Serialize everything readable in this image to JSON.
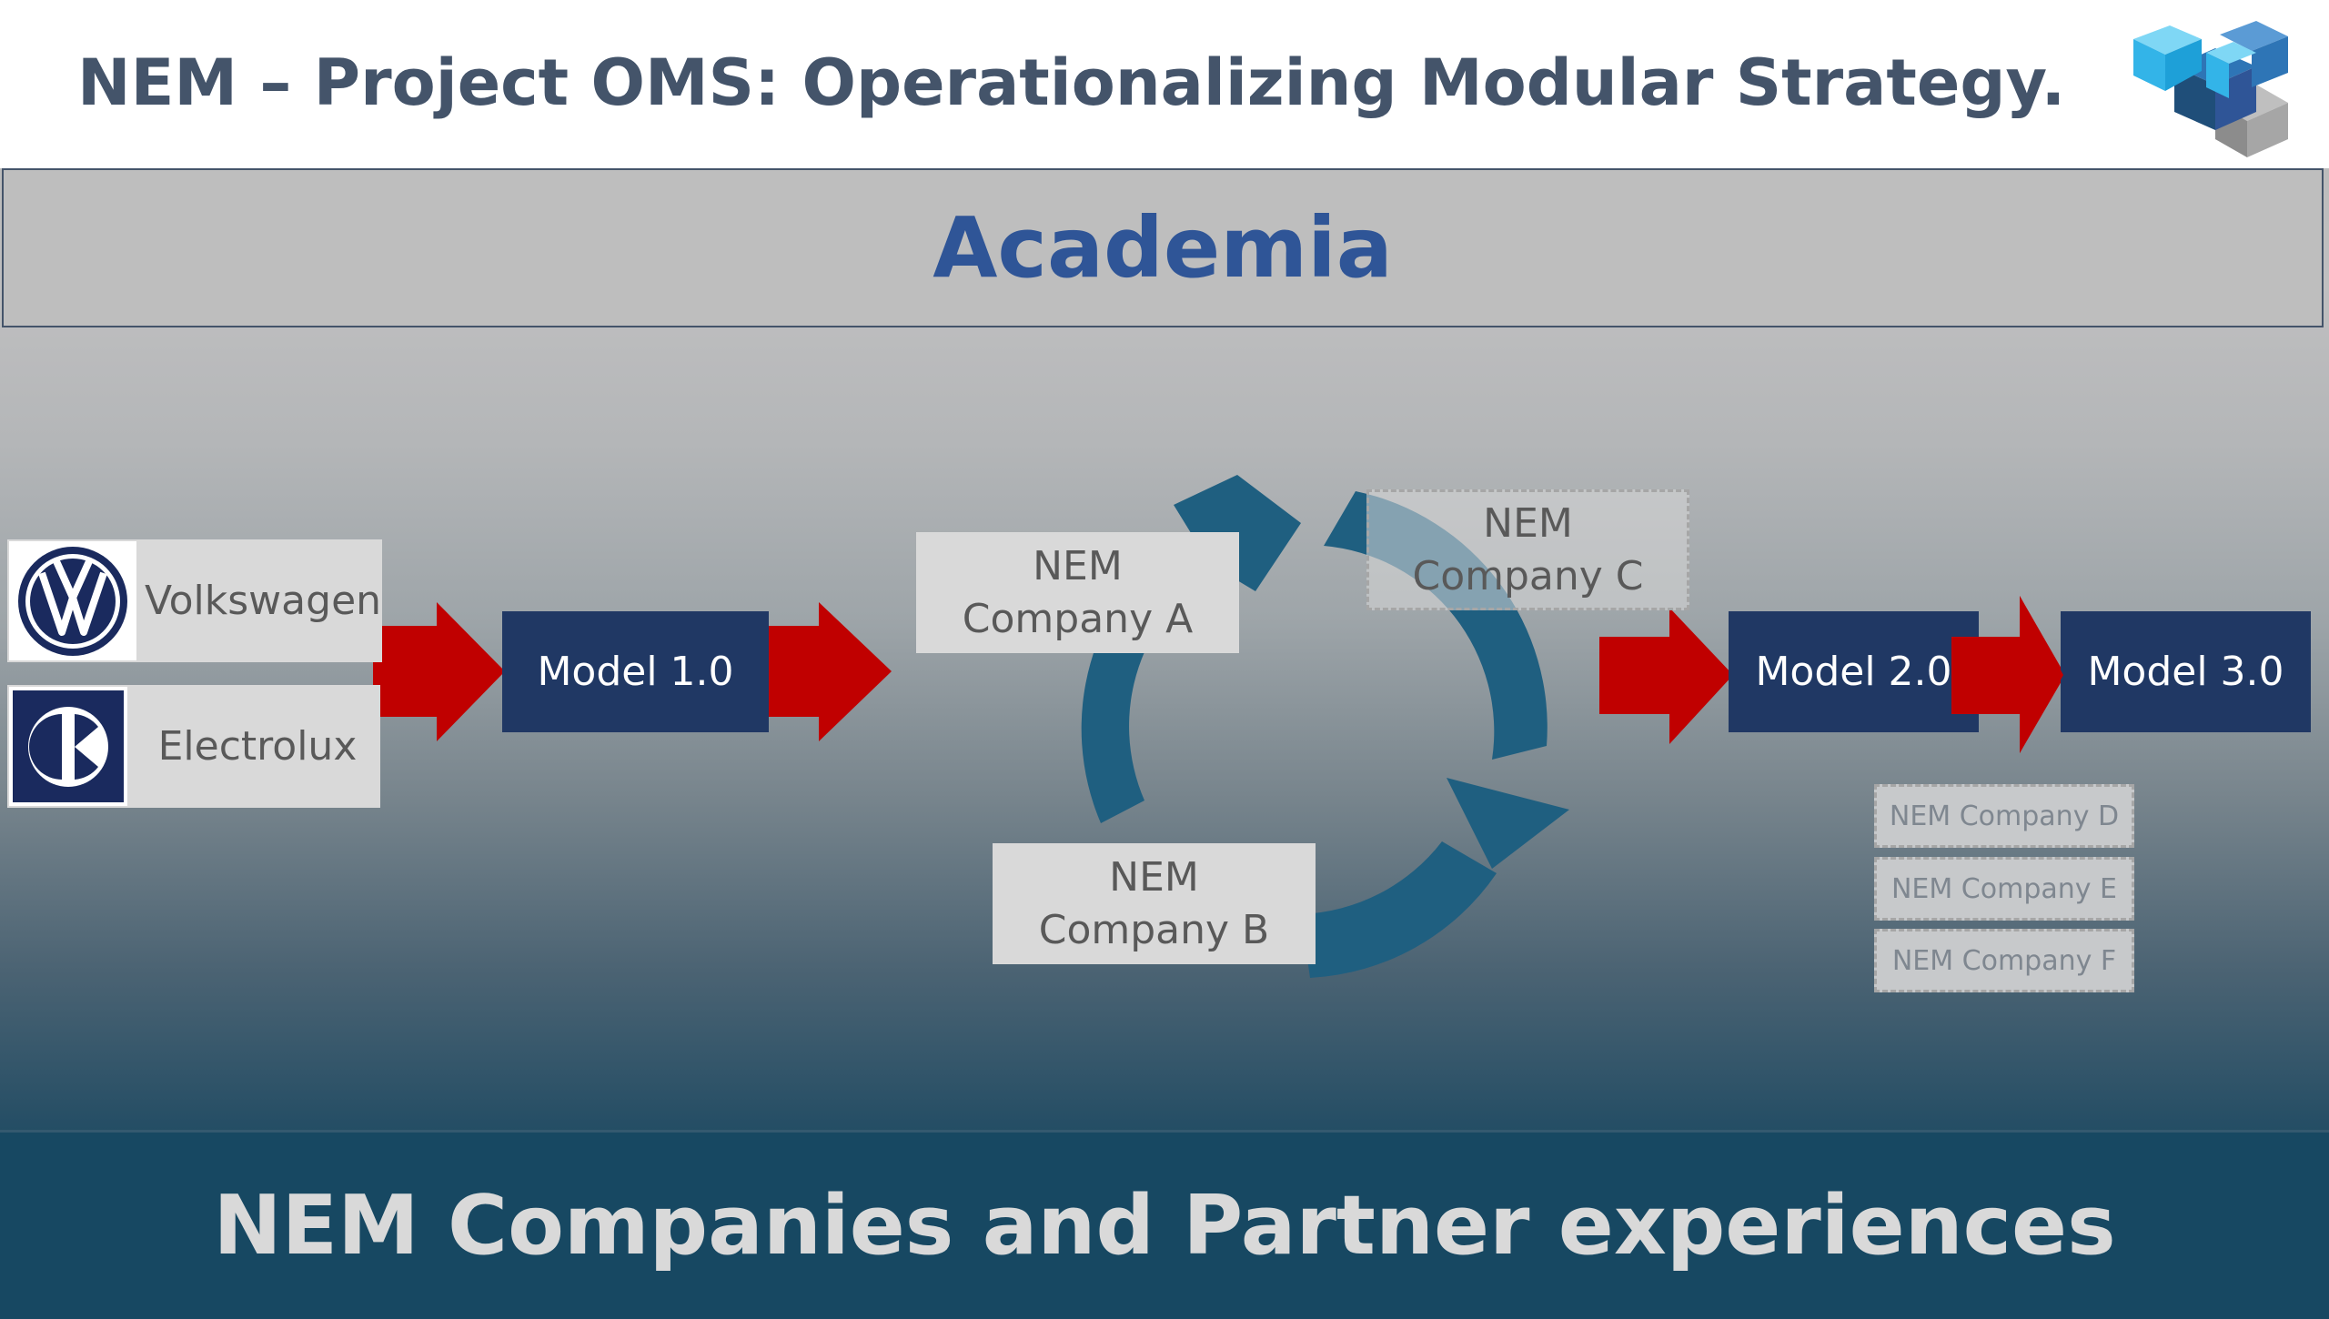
{
  "header": {
    "title": "NEM – Project OMS: Operationalizing Modular Strategy."
  },
  "academia": {
    "label": "Academia"
  },
  "partners": [
    {
      "name": "Volkswagen",
      "logo_icon": "volkswagen-logo-icon"
    },
    {
      "name": "Electrolux",
      "logo_icon": "electrolux-logo-icon"
    }
  ],
  "models": {
    "m1": "Model 1.0",
    "m2": "Model 2.0",
    "m3": "Model 3.0"
  },
  "cycle": {
    "company_a": "NEM\nCompany A",
    "company_b": "NEM\nCompany B",
    "company_c": "NEM\nCompany C"
  },
  "future_companies": [
    "NEM Company D",
    "NEM Company E",
    "NEM Company F"
  ],
  "footer": {
    "label": "NEM Companies and Partner experiences"
  },
  "colors": {
    "title": "#44546a",
    "academia_text": "#2f5597",
    "model_box": "#203864",
    "arrow_red": "#c00000",
    "cycle_arrow": "#1f5f80",
    "footer_band": "#174862"
  }
}
